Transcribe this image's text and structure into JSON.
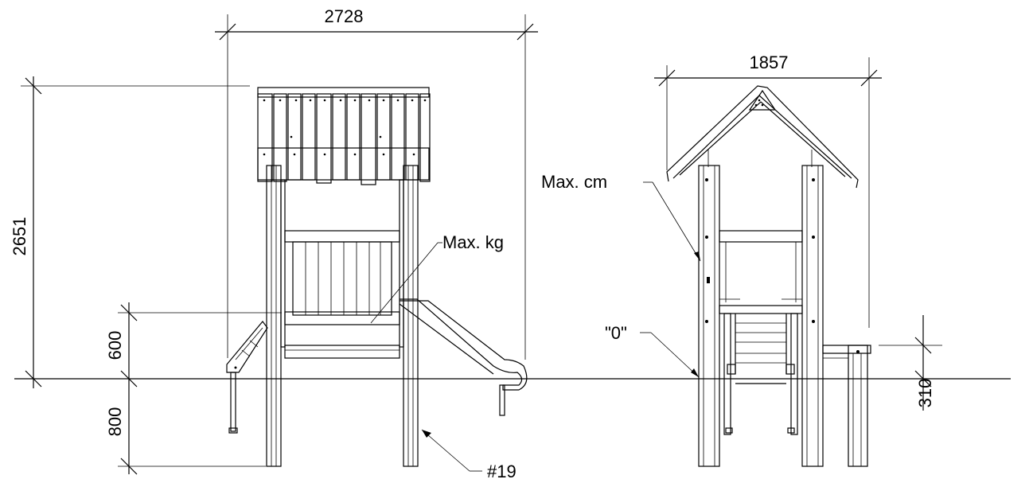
{
  "dimensions": {
    "overall_width_left": "2728",
    "overall_height": "2651",
    "platform_height": "600",
    "foundation_depth": "800",
    "overall_width_right": "1857",
    "bench_height": "310"
  },
  "callouts": {
    "max_kg": "Max. kg",
    "max_cm": "Max. cm",
    "zero_level": "\"0\"",
    "part_number": "#19"
  }
}
